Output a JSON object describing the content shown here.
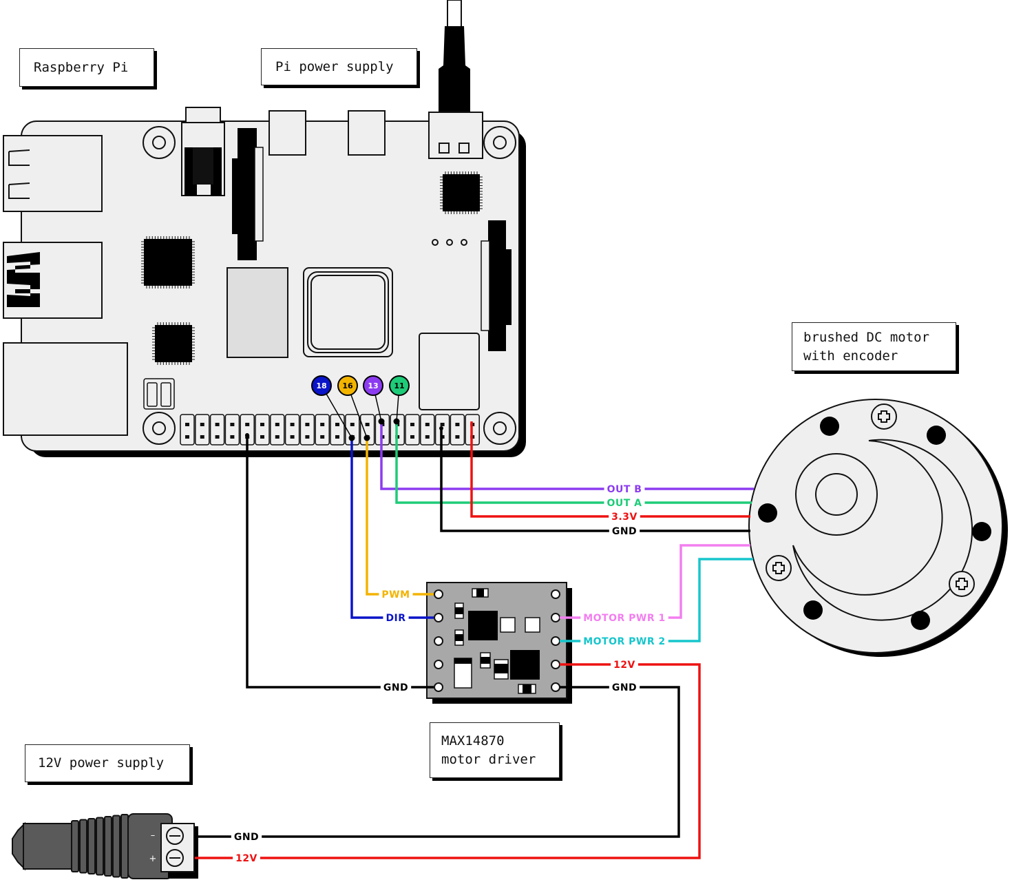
{
  "colors": {
    "purple": "#8c3cf0",
    "green": "#1ecb78",
    "red": "#ee1111",
    "black": "#000000",
    "orange": "#f3b400",
    "blue": "#0a14c8",
    "pink": "#f37ef0",
    "cyan": "#16c6cc"
  },
  "boxes": {
    "raspberry_pi": "Raspberry Pi",
    "pi_power_supply": "Pi power supply",
    "motor": "brushed DC motor\nwith encoder",
    "driver": "MAX14870\nmotor driver",
    "power_12v": "12V power supply"
  },
  "pins": {
    "p18": "18",
    "p16": "16",
    "p13": "13",
    "p11": "11"
  },
  "wires": {
    "out_b": "OUT B",
    "out_a": "OUT A",
    "v33": "3.3V",
    "gnd_enc": "GND",
    "pwm": "PWM",
    "dir": "DIR",
    "gnd_pi": "GND",
    "motor_pwr_1": "MOTOR PWR 1",
    "motor_pwr_2": "MOTOR PWR 2",
    "v12_driver": "12V",
    "gnd_driver": "GND",
    "gnd_supply": "GND",
    "v12_supply": "12V"
  },
  "supply_polarity": {
    "minus": "–",
    "plus": "+"
  }
}
